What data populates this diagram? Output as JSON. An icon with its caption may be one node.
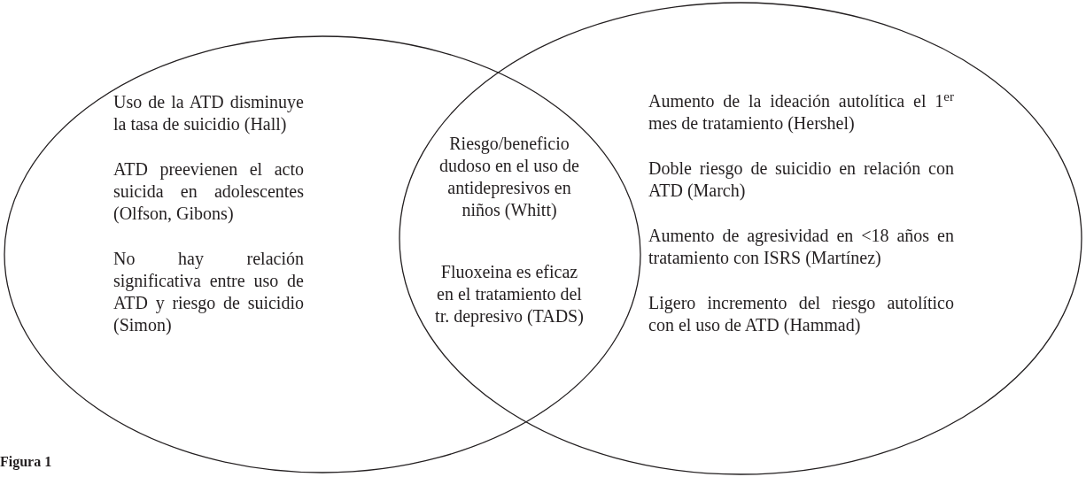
{
  "diagram": {
    "caption": "Figura 1",
    "nodes": [
      {
        "text": [
          "Uso de la ATD disminuye la tasa de suicidio (Hall)",
          "ATD preevienen el acto suicida en adolescentes (Olfson, Gibons)",
          "No hay relación significativa entre uso de ATD y riesgo de suicidio (Simon)"
        ]
      },
      {
        "text": [
          "Aumento de la ideación autolítica el 1$^{er}$ mes de tratamiento (Hershel)",
          "Doble riesgo de suicidio en relación con ATD (March)",
          "Aumento de agresividad en <18 años en tratamiento con ISRS (Martínez)",
          "Ligero incremento del riesgo autolítico con el uso de ATD (Hammad)"
        ]
      }
    ],
    "edges": [],
    "labels": [
      "Riesgo/beneficio dudoso en el uso de antidepresivos en niños (Whitt)",
      "Fluoxeina es eficaz en el tratamiento del tr. depresivo (TADS)"
    ]
  }
}
